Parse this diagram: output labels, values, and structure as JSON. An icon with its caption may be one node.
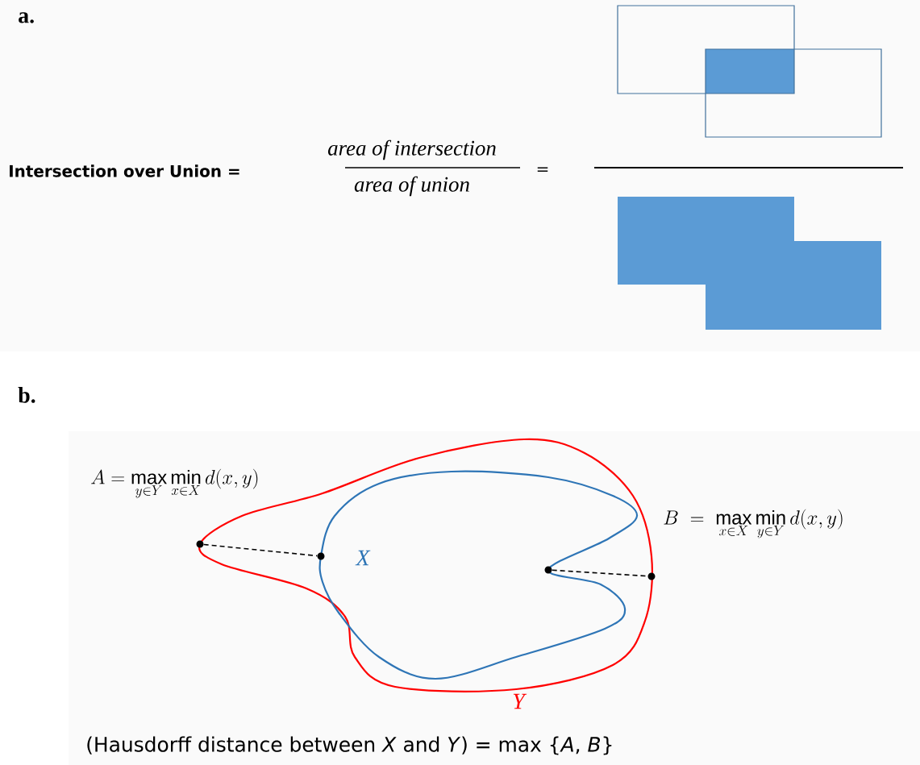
{
  "diagram": {
    "nodes": [
      {
        "text": [],
        "shape": "circle"
      },
      {
        "text": [],
        "shape": "circle"
      },
      {
        "text": [],
        "shape": "circle"
      },
      {
        "text": [],
        "shape": "circle"
      }
    ],
    "edges": [
      {
        "from": 0,
        "to": 1,
        "arrow": "none",
        "style": "dashed"
      },
      {
        "from": 2,
        "to": 3,
        "arrow": "none",
        "style": "dashed"
      }
    ],
    "labels": [
      "a.",
      "Intersection over Union =",
      "area of intersection",
      "area of union",
      "=",
      "b.",
      "A = \\max\\limits_{y\\in Y}\\min\\limits_{x\\in X} d(x,y)",
      "X",
      "B \\;=\\; \\max\\limits_{x\\in X}\\min\\limits_{y\\in Y} d(x,y)",
      "Y",
      "(Hausdorff distance between *X* and *Y*) = max {*A*, *B*}"
    ]
  }
}
